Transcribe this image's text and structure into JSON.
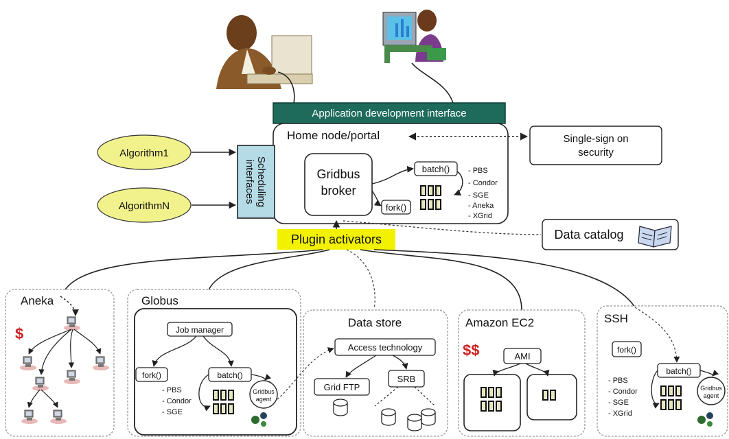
{
  "top": {
    "api_label": "Application development interface",
    "home_node_label": "Home node/portal",
    "sso_label": "Single-sign on security",
    "sso_line1": "Single-sign on",
    "sso_line2": "security",
    "scheduling_label": "Scheduling interfaces",
    "scheduling_line1": "Scheduling",
    "scheduling_line2": "interfaces",
    "algorithm1": "Algorithm1",
    "algorithmN": "AlgorithmN",
    "broker_line1": "Gridbus",
    "broker_line2": "broker",
    "batch": "batch()",
    "fork": "fork()",
    "schedulers": [
      "- PBS",
      "- Condor",
      "- SGE",
      "- Aneka",
      "- XGrid"
    ],
    "plugin_activators": "Plugin activators",
    "data_catalog": "Data catalog"
  },
  "resources": {
    "aneka": {
      "title": "Aneka"
    },
    "globus": {
      "title": "Globus",
      "job_manager": "Job manager",
      "fork": "fork()",
      "batch": "batch()",
      "schedulers": [
        "- PBS",
        "- Condor",
        "- SGE"
      ],
      "agent_line1": "Gridbus",
      "agent_line2": "agent"
    },
    "datastore": {
      "title": "Data store",
      "access": "Access technology",
      "gridftp": "Grid FTP",
      "srb": "SRB"
    },
    "ec2": {
      "title": "Amazon EC2",
      "ami": "AMI"
    },
    "ssh": {
      "title": "SSH",
      "fork": "fork()",
      "batch": "batch()",
      "schedulers": [
        "- PBS",
        "- Condor",
        "- SGE",
        "- XGrid"
      ],
      "agent_line1": "Gridbus",
      "agent_line2": "agent"
    }
  },
  "colors": {
    "api_bar": "#1e6b5c",
    "plugin_bar": "#f2f200",
    "algorithm_fill": "#f2f28c",
    "scheduling_fill": "#b5dbe6",
    "dollar": "#cc2222"
  },
  "icons": [
    "user-at-desk-icon",
    "user-at-computer-icon",
    "book-icon",
    "server-icon",
    "disk-icon",
    "dollar-icon",
    "cluster-icon",
    "network-icon"
  ]
}
